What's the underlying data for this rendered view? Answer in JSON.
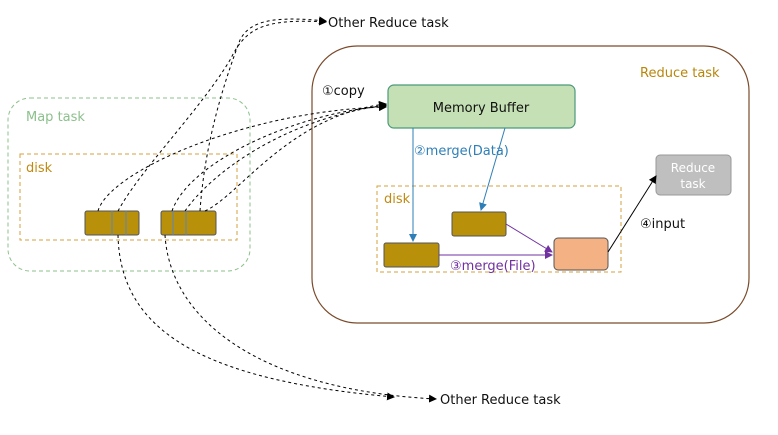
{
  "labels": {
    "other_reduce_top": "Other Reduce task",
    "other_reduce_bottom": "Other Reduce task",
    "map_task": "Map task",
    "map_disk": "disk",
    "reduce_task": "Reduce task",
    "reduce_disk": "disk",
    "memory_buffer": "Memory Buffer",
    "reduce_task_box_line1": "Reduce",
    "reduce_task_box_line2": "task",
    "step_copy": "①copy",
    "step_merge_data": "②merge(Data)",
    "step_merge_file": "③merge(File)",
    "step_input": "④input"
  },
  "colors": {
    "map_task_border": "#8cc08c",
    "map_task_text": "#8cc08c",
    "disk_border": "#d7a23f",
    "disk_text": "#c08a12",
    "reduce_task_border": "#7a4a2a",
    "reduce_task_text": "#b8860b",
    "partition_fill": "#b8900a",
    "memory_buffer_fill": "#c5e0b4",
    "memory_buffer_border": "#4a9a7a",
    "merged_file_fill": "#f4b183",
    "reduce_box_fill": "#bfbfbf",
    "merge_data_color": "#2e7fb8",
    "merge_file_color": "#7030a0"
  }
}
